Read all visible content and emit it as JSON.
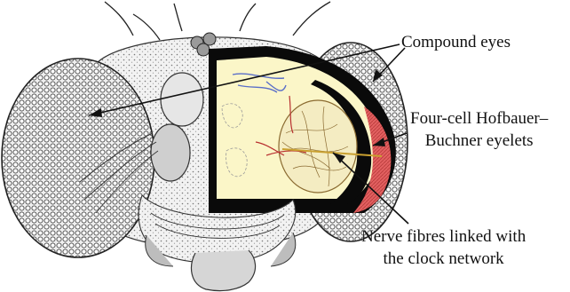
{
  "labels": {
    "compound_eyes": "Compound eyes",
    "eyelets_line1": "Four-cell Hofbauer–",
    "eyelets_line2": "Buchner eyelets",
    "nerve_line1": "Nerve fibres linked with",
    "nerve_line2": "the clock network"
  },
  "colors": {
    "ink": "#111111",
    "brain": "#fbf6c8",
    "cuticle": "#0a0a0a",
    "retina": "#e05a5a",
    "clock": "#8a6a30"
  }
}
